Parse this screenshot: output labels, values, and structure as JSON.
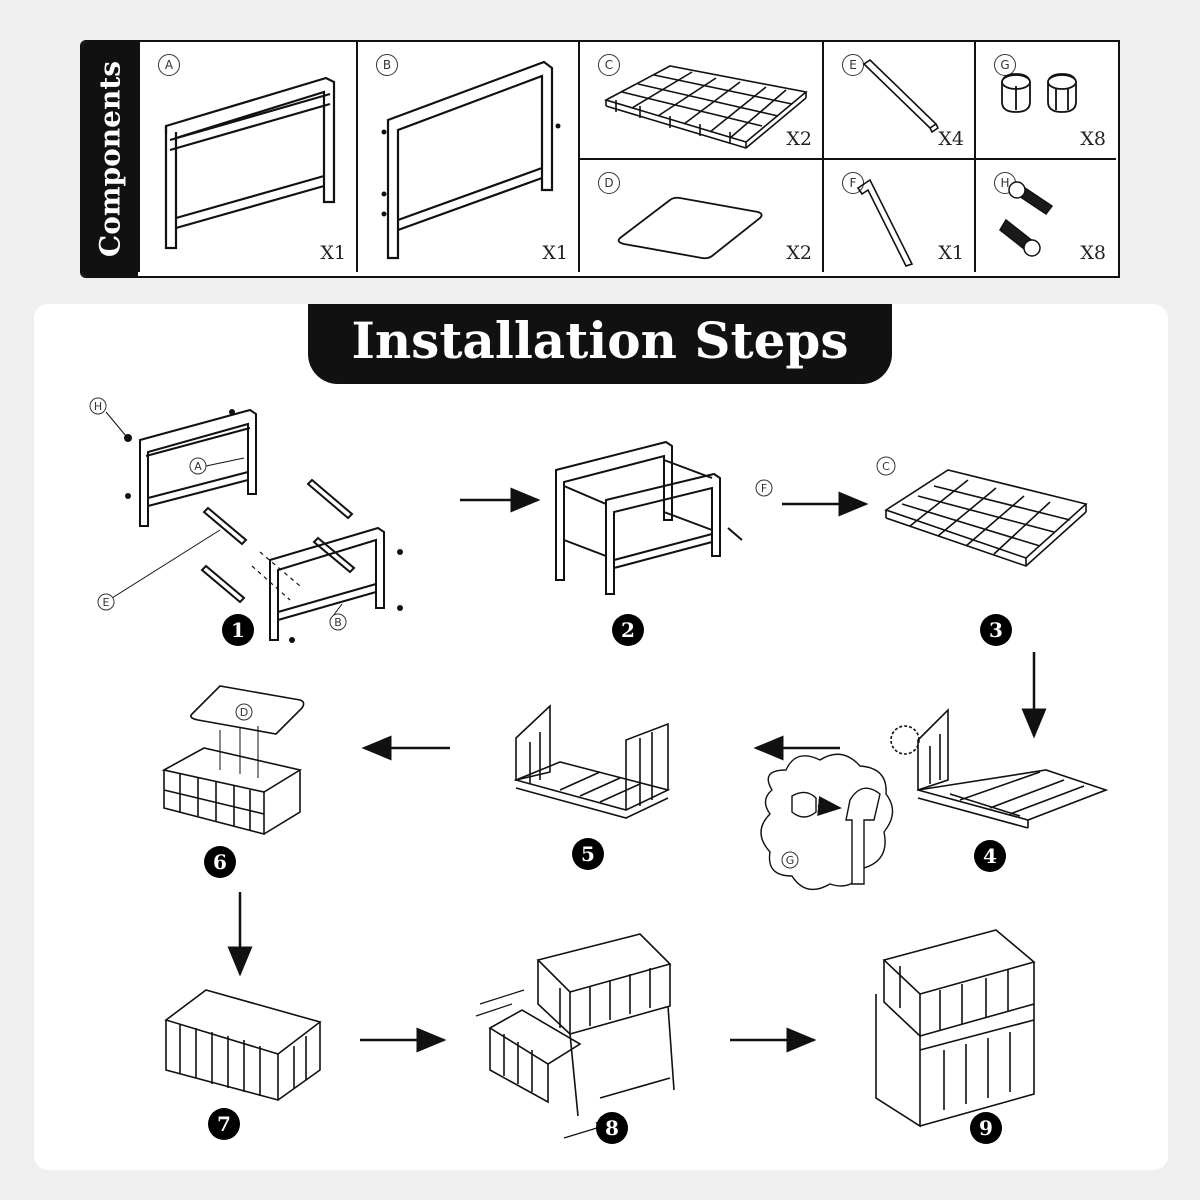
{
  "components": {
    "title": "Components",
    "items": [
      {
        "letter": "A",
        "qty": "X1"
      },
      {
        "letter": "B",
        "qty": "X1"
      },
      {
        "letter": "C",
        "qty": "X2"
      },
      {
        "letter": "D",
        "qty": "X2"
      },
      {
        "letter": "E",
        "qty": "X4"
      },
      {
        "letter": "F",
        "qty": "X1"
      },
      {
        "letter": "G",
        "qty": "X8"
      },
      {
        "letter": "H",
        "qty": "X8"
      }
    ]
  },
  "installation": {
    "title": "Installation Steps",
    "steps": [
      "1",
      "2",
      "3",
      "4",
      "5",
      "6",
      "7",
      "8",
      "9"
    ],
    "callouts": [
      "H",
      "A",
      "E",
      "B",
      "F",
      "C",
      "D",
      "G"
    ]
  },
  "colors": {
    "ink": "#111111",
    "panel": "#ffffff",
    "background": "#efefef"
  }
}
